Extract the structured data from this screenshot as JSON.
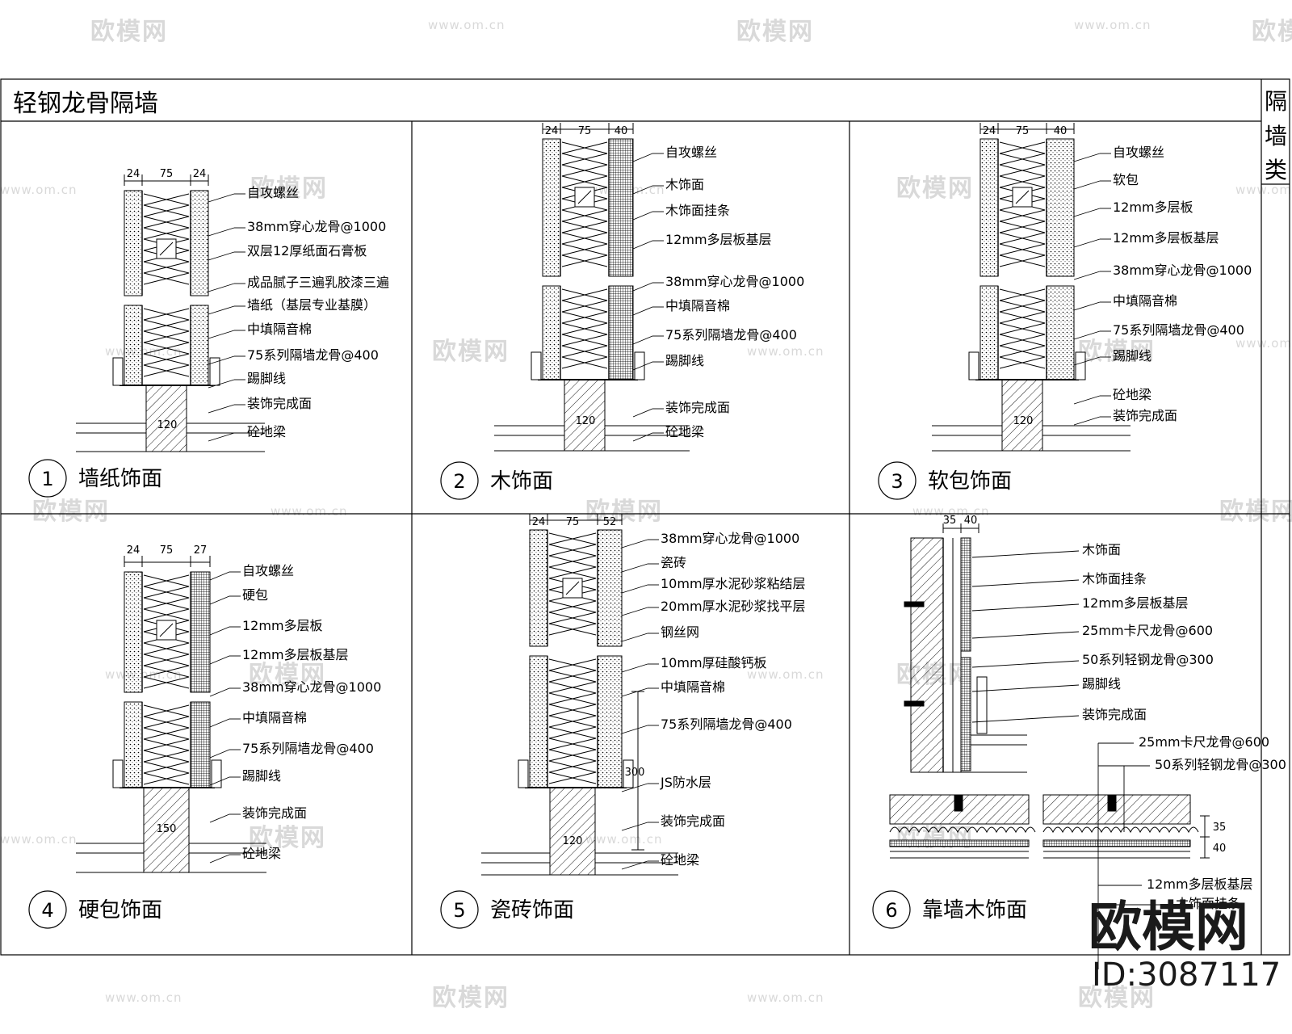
{
  "sheet": {
    "title": "轻钢龙骨隔墙",
    "side_label": [
      "隔",
      "墙",
      "类"
    ]
  },
  "details": [
    {
      "number": "1",
      "caption": "墙纸饰面",
      "dims_top": [
        "24",
        "75",
        "24"
      ],
      "dim_base": "120",
      "labels": [
        "自攻螺丝",
        "38mm穿心龙骨@1000",
        "双层12厚纸面石膏板",
        "成品腻子三遍乳胶漆三遍",
        "墙纸（基层专业基膜）",
        "中填隔音棉",
        "75系列隔墙龙骨@400",
        "踢脚线",
        "装饰完成面",
        "砼地梁"
      ]
    },
    {
      "number": "2",
      "caption": "木饰面",
      "dims_top": [
        "24",
        "75",
        "40"
      ],
      "dim_base": "120",
      "labels": [
        "自攻螺丝",
        "木饰面",
        "木饰面挂条",
        "12mm多层板基层",
        "38mm穿心龙骨@1000",
        "中填隔音棉",
        "75系列隔墙龙骨@400",
        "踢脚线",
        "装饰完成面",
        "砼地梁"
      ]
    },
    {
      "number": "3",
      "caption": "软包饰面",
      "dims_top": [
        "24",
        "75",
        "40"
      ],
      "dim_base": "120",
      "labels": [
        "自攻螺丝",
        "软包",
        "12mm多层板",
        "12mm多层板基层",
        "38mm穿心龙骨@1000",
        "中填隔音棉",
        "75系列隔墙龙骨@400",
        "踢脚线",
        "砼地梁",
        "装饰完成面"
      ]
    },
    {
      "number": "4",
      "caption": "硬包饰面",
      "dims_top": [
        "24",
        "75",
        "27"
      ],
      "dim_base": "150",
      "labels": [
        "自攻螺丝",
        "硬包",
        "12mm多层板",
        "12mm多层板基层",
        "38mm穿心龙骨@1000",
        "中填隔音棉",
        "75系列隔墙龙骨@400",
        "踢脚线",
        "装饰完成面",
        "砼地梁"
      ]
    },
    {
      "number": "5",
      "caption": "瓷砖饰面",
      "dims_top": [
        "24",
        "75",
        "52"
      ],
      "dim_base": "120",
      "dim_side": "300",
      "labels": [
        "38mm穿心龙骨@1000",
        "瓷砖",
        "10mm厚水泥砂浆粘结层",
        "20mm厚水泥砂浆找平层",
        "钢丝网",
        "10mm厚硅酸钙板",
        "中填隔音棉",
        "75系列隔墙龙骨@400",
        "JS防水层",
        "装饰完成面",
        "砼地梁"
      ]
    },
    {
      "number": "6",
      "caption": "靠墙木饰面",
      "dims_top": [
        "35",
        "40"
      ],
      "dims_side": [
        "35",
        "40"
      ],
      "labels": [
        "木饰面",
        "木饰面挂条",
        "12mm多层板基层",
        "25mm卡尺龙骨@600",
        "50系列轻钢龙骨@300",
        "踢脚线",
        "装饰完成面",
        "25mm卡尺龙骨@600",
        "50系列轻钢龙骨@300",
        "12mm多层板基层",
        "木饰面挂条"
      ]
    }
  ],
  "watermarks": {
    "logo_text": "欧模网",
    "url_text": "www.om.cn"
  },
  "brand": {
    "name": "欧模网",
    "id_text": "ID:3087117"
  }
}
